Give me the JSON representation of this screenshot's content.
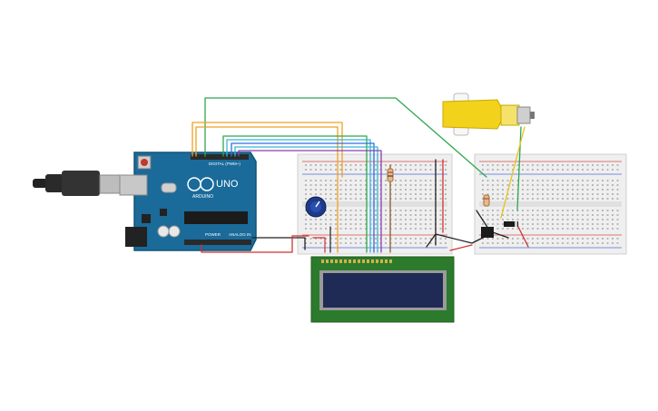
{
  "arduino": {
    "logo_text": "ARDUINO",
    "model": "UNO",
    "digital_label": "DIGITAL (PWM~)",
    "power_label": "POWER",
    "analog_label": "ANALOG IN",
    "board_color": "#1a6a9a",
    "board_edge": "#115577"
  },
  "lcd": {
    "body_color": "#2c7a2c",
    "screen_color": "#1f2a55"
  },
  "motor": {
    "body_color": "#f2d21b",
    "shaft_color": "#ffffff"
  },
  "wire_colors": {
    "orange": "#f0a020",
    "green": "#2fa84f",
    "cyan": "#35b6d6",
    "blue": "#2e6ee0",
    "purple": "#8a3db0",
    "black": "#222222",
    "red": "#d32f2f",
    "brown": "#8b5a2b",
    "yellow": "#e8c21a",
    "gray": "#9a9a9a"
  }
}
